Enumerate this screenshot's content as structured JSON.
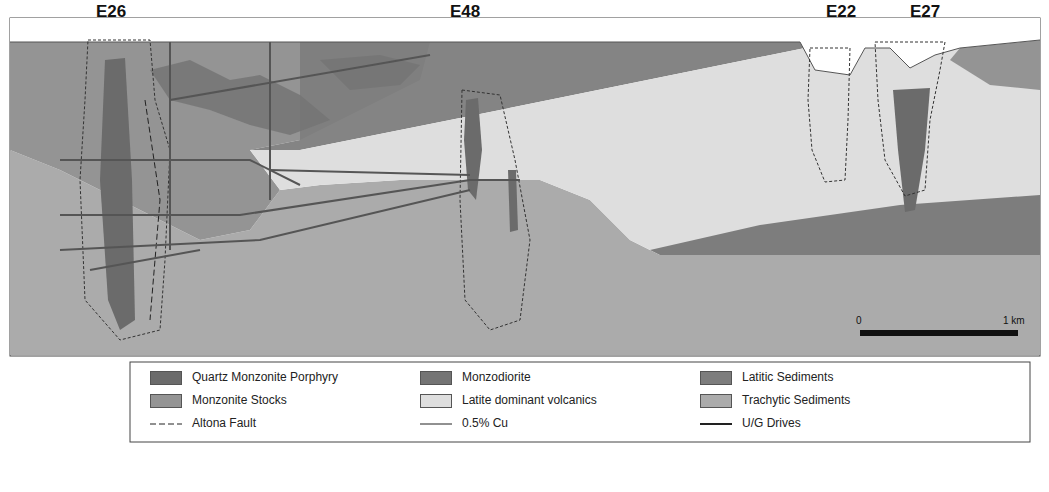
{
  "diagram": {
    "labels": [
      "E26",
      "E48",
      "E22",
      "E27",
      "0",
      "1 km"
    ],
    "legend": [
      {
        "text": "Quartz Monzonite Porphyry",
        "color": "#6b6b6b"
      },
      {
        "text": "Monzodiorite",
        "color": "#747474"
      },
      {
        "text": "Latitic Sediments",
        "color": "#7d7d7d"
      },
      {
        "text": "Monzonite Stocks",
        "color": "#949494"
      },
      {
        "text": "Latite dominant volcanics",
        "color": "#dedede"
      },
      {
        "text": "Trachytic Sediments",
        "color": "#ababab"
      },
      {
        "text": "Altona Fault"
      },
      {
        "text": "0.5% Cu"
      },
      {
        "text": "U/G Drives"
      }
    ]
  }
}
